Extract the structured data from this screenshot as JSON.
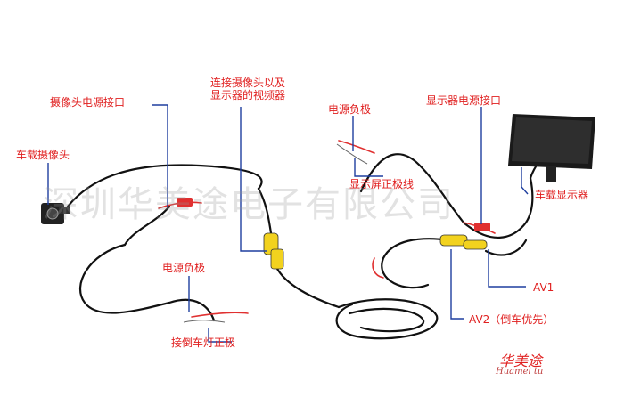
{
  "labels": {
    "camera": "车载摄像头",
    "camera_power": "摄像头电源接口",
    "video_line": "连接摄像头以及\n显示器的视频器",
    "power_neg_top": "电源负极",
    "monitor_power": "显示器电源接口",
    "screen_pos": "显示屏正极线",
    "monitor": "车载显示器",
    "av1": "AV1",
    "av2": "AV2（倒车优先）",
    "power_neg_bottom": "电源负极",
    "reverse_light": "接倒车灯正极"
  },
  "watermark": "深圳华美途电子有限公司",
  "logo": {
    "main": "华美途",
    "sub": "Huamei tu"
  },
  "colors": {
    "label": "#e02020",
    "pointer": "#1f3f9f",
    "cable": "#111111",
    "red_wire": "#e03030",
    "yellow": "#f2d21e"
  }
}
